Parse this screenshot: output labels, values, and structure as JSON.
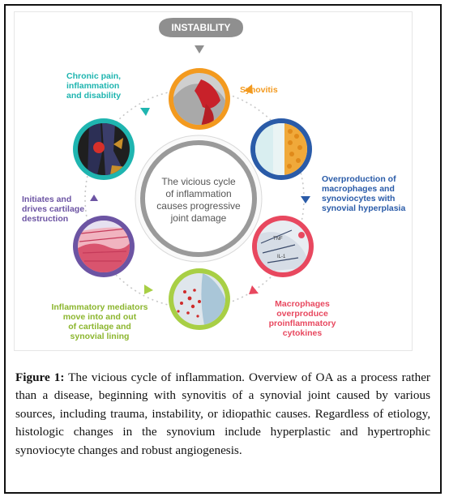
{
  "figure": {
    "top_node": "INSTABILITY",
    "center_text": "The vicious cycle of inflammation causes progressive joint damage",
    "center_lines": [
      "The vicious cycle",
      "of inflammation",
      "causes progressive",
      "joint damage"
    ],
    "stages": {
      "synovitis": "Synovitis",
      "overproduction": [
        "Overproduction of",
        "macrophages and",
        "synoviocytes with",
        "synovial hyperplasia"
      ],
      "macrophages": [
        "Macrophages",
        "overproduce",
        "proinflammatory",
        "cytokines"
      ],
      "mediators": [
        "Inflammatory mediators",
        "move into and out",
        "of cartilage and",
        "synovial lining"
      ],
      "initiates": [
        "Initiates and",
        "drives cartilage",
        "destruction"
      ],
      "chronic": [
        "Chronic pain,",
        "inflammation",
        "and disability"
      ]
    },
    "cytokine_labels": [
      "TNF",
      "IL-1"
    ],
    "colors": {
      "orange": "#f39a1f",
      "blue": "#2a5ba8",
      "pink": "#e8485f",
      "green": "#a8cf45",
      "purple": "#6c54a3",
      "teal": "#1fb5b0",
      "gray": "#8f8f8f"
    }
  },
  "caption": {
    "label": "Figure 1:",
    "text": " The vicious cycle of inflammation. Overview of OA as a process rather than a disease, beginning with synovitis of a synovial joint caused by various sources, including trauma, instability, or idiopathic causes. Regardless of etiology, histologic changes in the synovium include hyperplastic and hypertrophic synoviocyte changes and robust angiogenesis."
  }
}
